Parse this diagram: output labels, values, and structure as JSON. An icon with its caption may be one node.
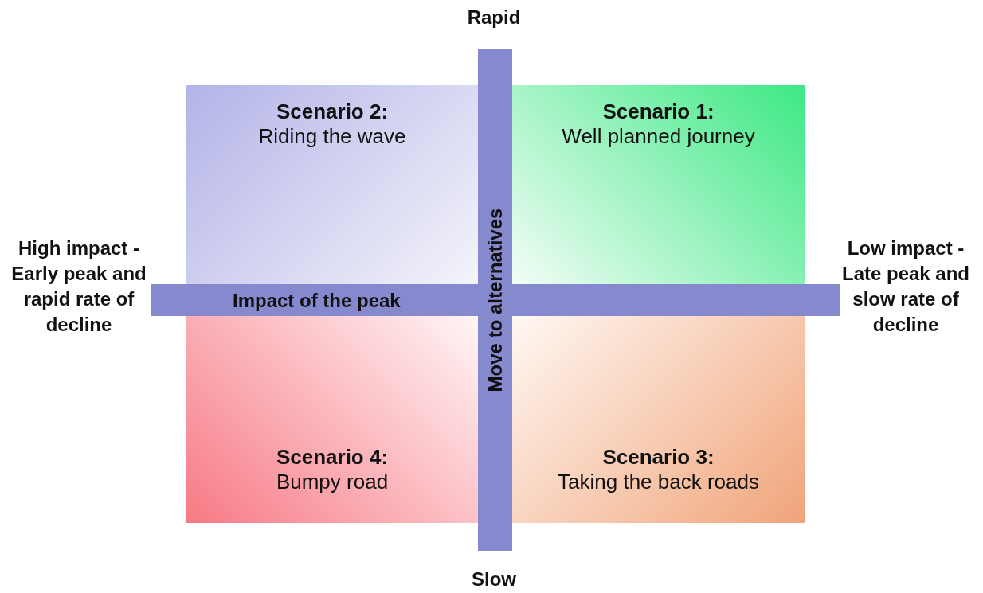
{
  "diagram": {
    "nodes": [
      {
        "text": [
          "Scenario 2:",
          "Riding the wave"
        ]
      },
      {
        "text": [
          "Scenario 1:",
          "Well planned journey"
        ]
      },
      {
        "text": [
          "Impact of the peak"
        ]
      },
      {
        "text": [
          "Move to alternatives"
        ]
      },
      {
        "text": [
          "Scenario 4:",
          "Bumpy road"
        ]
      },
      {
        "text": [
          "Scenario 3:",
          "Taking the back roads"
        ]
      }
    ],
    "labels": [
      "Rapid",
      "High impact - Early peak and rapid rate of decline",
      "Low impact - Late peak and slow rate of decline",
      "Slow"
    ]
  }
}
